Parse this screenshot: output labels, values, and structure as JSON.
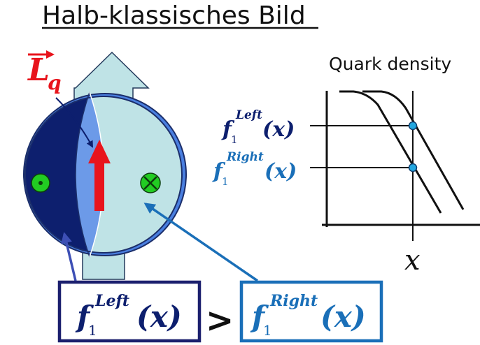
{
  "title": "Halb-klassisches Bild",
  "spin_label": {
    "symbol": "L",
    "subscript": "q"
  },
  "graph": {
    "title": "Quark density",
    "x_axis_label": "x"
  },
  "labels": {
    "left_f": "f",
    "left_sub": "1",
    "left_sup": "Left",
    "left_arg": "(x)",
    "right_f": "f",
    "right_sub": "1",
    "right_sup": "Right",
    "right_arg": "(x)"
  },
  "comparison": {
    "left_f": "f",
    "left_sub": "1",
    "left_sup": "Left",
    "left_arg": "(x)",
    "operator": ">",
    "right_f": "f",
    "right_sub": "1",
    "right_sup": "Right",
    "right_arg": "(x)"
  },
  "colors": {
    "navy": "#0d1f6e",
    "mid_blue": "#4a7fe0",
    "light_cyan": "#bfe3e6",
    "arrow_red": "#e8141c",
    "right_blue": "#1a6fb8",
    "dot_green": "#22cc22",
    "point_cyan": "#22a7e0"
  }
}
